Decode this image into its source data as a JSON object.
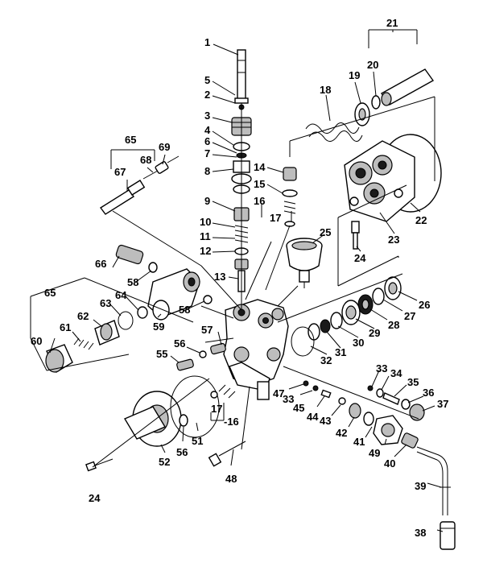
{
  "parts": [
    {
      "n": "1",
      "name": "part-1"
    },
    {
      "n": "2",
      "name": "part-2"
    },
    {
      "n": "3",
      "name": "part-3"
    },
    {
      "n": "4",
      "name": "part-4"
    },
    {
      "n": "5",
      "name": "part-5"
    },
    {
      "n": "6",
      "name": "part-6"
    },
    {
      "n": "7",
      "name": "part-7"
    },
    {
      "n": "8",
      "name": "part-8"
    },
    {
      "n": "9",
      "name": "part-9"
    },
    {
      "n": "10",
      "name": "part-10"
    },
    {
      "n": "11",
      "name": "part-11"
    },
    {
      "n": "12",
      "name": "part-12"
    },
    {
      "n": "13",
      "name": "part-13"
    },
    {
      "n": "14",
      "name": "part-14"
    },
    {
      "n": "15",
      "name": "part-15"
    },
    {
      "n": "16",
      "name": "part-16"
    },
    {
      "n": "17",
      "name": "part-17"
    },
    {
      "n": "18",
      "name": "part-18"
    },
    {
      "n": "19",
      "name": "part-19"
    },
    {
      "n": "20",
      "name": "part-20"
    },
    {
      "n": "21",
      "name": "part-21"
    },
    {
      "n": "22",
      "name": "part-22"
    },
    {
      "n": "23",
      "name": "part-23"
    },
    {
      "n": "24",
      "name": "part-24"
    },
    {
      "n": "25",
      "name": "part-25"
    },
    {
      "n": "26",
      "name": "part-26"
    },
    {
      "n": "27",
      "name": "part-27"
    },
    {
      "n": "28",
      "name": "part-28"
    },
    {
      "n": "29",
      "name": "part-29"
    },
    {
      "n": "30",
      "name": "part-30"
    },
    {
      "n": "31",
      "name": "part-31"
    },
    {
      "n": "32",
      "name": "part-32"
    },
    {
      "n": "33",
      "name": "part-33"
    },
    {
      "n": "34",
      "name": "part-34"
    },
    {
      "n": "35",
      "name": "part-35"
    },
    {
      "n": "36",
      "name": "part-36"
    },
    {
      "n": "37",
      "name": "part-37"
    },
    {
      "n": "38",
      "name": "part-38"
    },
    {
      "n": "39",
      "name": "part-39"
    },
    {
      "n": "40",
      "name": "part-40"
    },
    {
      "n": "41",
      "name": "part-41"
    },
    {
      "n": "42",
      "name": "part-42"
    },
    {
      "n": "43",
      "name": "part-43"
    },
    {
      "n": "44",
      "name": "part-44"
    },
    {
      "n": "45",
      "name": "part-45"
    },
    {
      "n": "47",
      "name": "part-47"
    },
    {
      "n": "48",
      "name": "part-48"
    },
    {
      "n": "49",
      "name": "part-49"
    },
    {
      "n": "51",
      "name": "part-51"
    },
    {
      "n": "52",
      "name": "part-52"
    },
    {
      "n": "55",
      "name": "part-55"
    },
    {
      "n": "56",
      "name": "part-56"
    },
    {
      "n": "57",
      "name": "part-57"
    },
    {
      "n": "58",
      "name": "part-58"
    },
    {
      "n": "59",
      "name": "part-59"
    },
    {
      "n": "60",
      "name": "part-60"
    },
    {
      "n": "61",
      "name": "part-61"
    },
    {
      "n": "62",
      "name": "part-62"
    },
    {
      "n": "63",
      "name": "part-63"
    },
    {
      "n": "64",
      "name": "part-64"
    },
    {
      "n": "65",
      "name": "part-65"
    },
    {
      "n": "66",
      "name": "part-66"
    },
    {
      "n": "67",
      "name": "part-67"
    },
    {
      "n": "68",
      "name": "part-68"
    },
    {
      "n": "69",
      "name": "part-69"
    }
  ],
  "dup_labels": {
    "l2_17": "17",
    "l2_16": "-16",
    "l2_24": "24",
    "l2_33": "33",
    "l2_56": "56",
    "l2_58": "58",
    "l2_65": "65"
  },
  "colors": {
    "line": "#000000",
    "fill": "#ffffff",
    "shade": "#bdbdbd"
  }
}
